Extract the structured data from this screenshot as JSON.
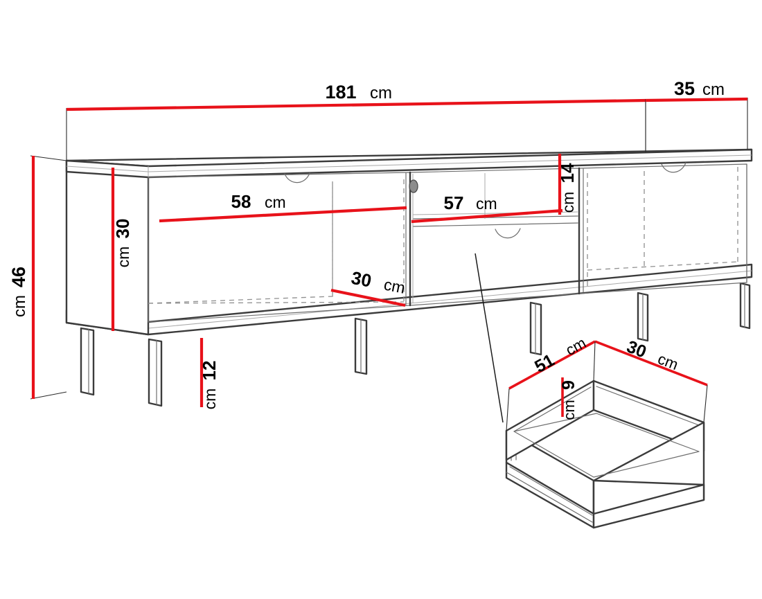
{
  "drawing": {
    "type": "furniture-technical-drawing",
    "subject": "tv-lowboard-cabinet",
    "background_color": "#ffffff",
    "dimension_line_color": "#e8121a",
    "outline_color": "#3b3b3b",
    "hidden_line_color": "#8a8a8a",
    "leader_line_color": "#1a1a1a",
    "unit_suffix": "cm"
  },
  "dimensions": {
    "overall_width": {
      "value": "181",
      "unit": "cm",
      "label": "181cm"
    },
    "overall_depth": {
      "value": "35",
      "unit": "cm",
      "label": "35cm"
    },
    "overall_height": {
      "value": "46",
      "unit": "cm",
      "label": "46cm"
    },
    "left_compartment_height": {
      "value": "30",
      "unit": "cm",
      "label": "30cm"
    },
    "left_compartment_width": {
      "value": "58",
      "unit": "cm",
      "label": "58cm"
    },
    "interior_depth": {
      "value": "30",
      "unit": "cm",
      "label": "30cm"
    },
    "drawer_opening_width": {
      "value": "57",
      "unit": "cm",
      "label": "57cm"
    },
    "drawer_opening_height": {
      "value": "14",
      "unit": "cm",
      "label": "14cm"
    },
    "leg_height": {
      "value": "12",
      "unit": "cm",
      "label": "12cm"
    }
  },
  "drawer_detail": {
    "title": "drawer-box-detail",
    "width": {
      "value": "51",
      "unit": "cm",
      "label": "51cm"
    },
    "depth": {
      "value": "30",
      "unit": "cm",
      "label": "30cm"
    },
    "height": {
      "value": "9",
      "unit": "cm",
      "label": "9cm"
    }
  },
  "cabinet_parts": {
    "legs_count": 8,
    "compartments": [
      "left-open-shelf",
      "center-drawer-section",
      "right-open-shelf"
    ],
    "handles": [
      "left-handle-notch",
      "center-handle-notch",
      "right-handle-notch"
    ]
  }
}
